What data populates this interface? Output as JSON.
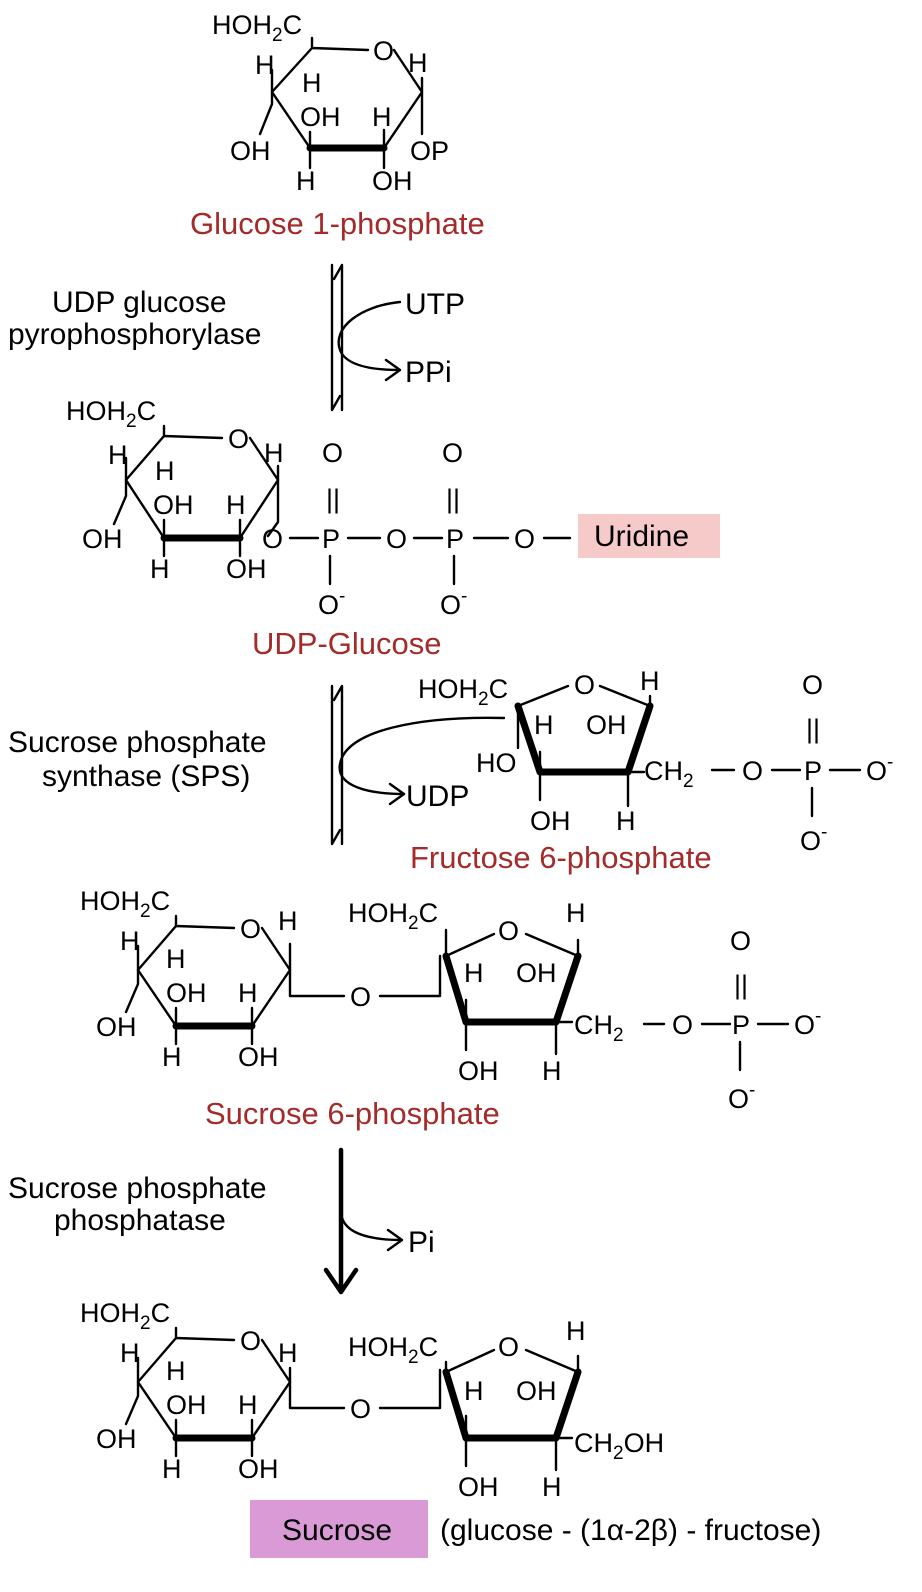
{
  "colors": {
    "compound_name": "#A52A2A",
    "uridine_box": "#F7CACA",
    "sucrose_box": "#D99AD6",
    "line": "#000000"
  },
  "atoms": {
    "hoh2c_main": "HOH",
    "hoh2c_sub": "2",
    "hoh2c_c": "C",
    "h": "H",
    "o": "O",
    "oh": "OH",
    "ho": "HO",
    "op": "OP",
    "p": "P",
    "o_minus": "O",
    "minus": "-",
    "ch2_main": "CH",
    "ch2_sub": "2",
    "ch2oh_main": "CH",
    "ch2oh_sub": "2",
    "ch2oh_tail": "OH",
    "double_bond": "||"
  },
  "compounds": {
    "glucose_1_phosphate": "Glucose 1-phosphate",
    "udp_glucose": "UDP-Glucose",
    "uridine": "Uridine",
    "fructose_6_phosphate": "Fructose 6-phosphate",
    "sucrose_6_phosphate": "Sucrose 6-phosphate",
    "sucrose": "Sucrose",
    "sucrose_linkage": "(glucose - (1α-2β) - fructose)"
  },
  "enzymes": {
    "step1_line1": "UDP glucose",
    "step1_line2": "pyrophosphorylase",
    "step2_line1": "Sucrose phosphate",
    "step2_line2": "synthase (SPS)",
    "step3_line1": "Sucrose phosphate",
    "step3_line2": "phosphatase"
  },
  "cofactors": {
    "utp": "UTP",
    "ppi": "PPi",
    "udp": "UDP",
    "pi": "Pi"
  }
}
